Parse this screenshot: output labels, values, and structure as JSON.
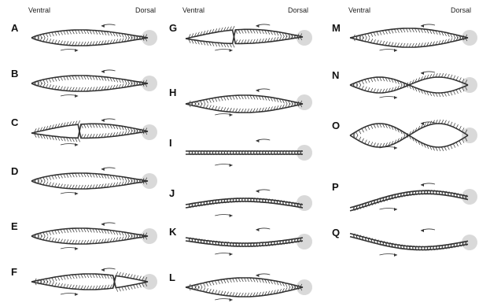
{
  "headers": [
    {
      "ventral": "Ventral",
      "dorsal": "Dorsal"
    },
    {
      "ventral": "Ventral",
      "dorsal": "Dorsal"
    },
    {
      "ventral": "Ventral",
      "dorsal": "Dorsal"
    }
  ],
  "panels": [
    {
      "label": "A",
      "shape": "lens-dorsal"
    },
    {
      "label": "B",
      "shape": "lens-dorsal"
    },
    {
      "label": "C",
      "shape": "crossover-ventral"
    },
    {
      "label": "D",
      "shape": "lens-dorsal"
    },
    {
      "label": "E",
      "shape": "lens-dorsal"
    },
    {
      "label": "F",
      "shape": "crossover-dorsal"
    },
    {
      "label": "G",
      "shape": "crossover-ventral"
    },
    {
      "label": "H",
      "shape": "lens-mid"
    },
    {
      "label": "I",
      "shape": "flat"
    },
    {
      "label": "J",
      "shape": "arc-up"
    },
    {
      "label": "K",
      "shape": "arc-down"
    },
    {
      "label": "L",
      "shape": "lens-wide"
    },
    {
      "label": "M",
      "shape": "lens-wide"
    },
    {
      "label": "N",
      "shape": "figure-eight"
    },
    {
      "label": "O",
      "shape": "figure-eight-large"
    },
    {
      "label": "P",
      "shape": "wave-rising"
    },
    {
      "label": "Q",
      "shape": "wave-falling"
    }
  ],
  "colors": {
    "strand": "#333333",
    "arrow": "#333333",
    "base": "#d9d9d9"
  }
}
